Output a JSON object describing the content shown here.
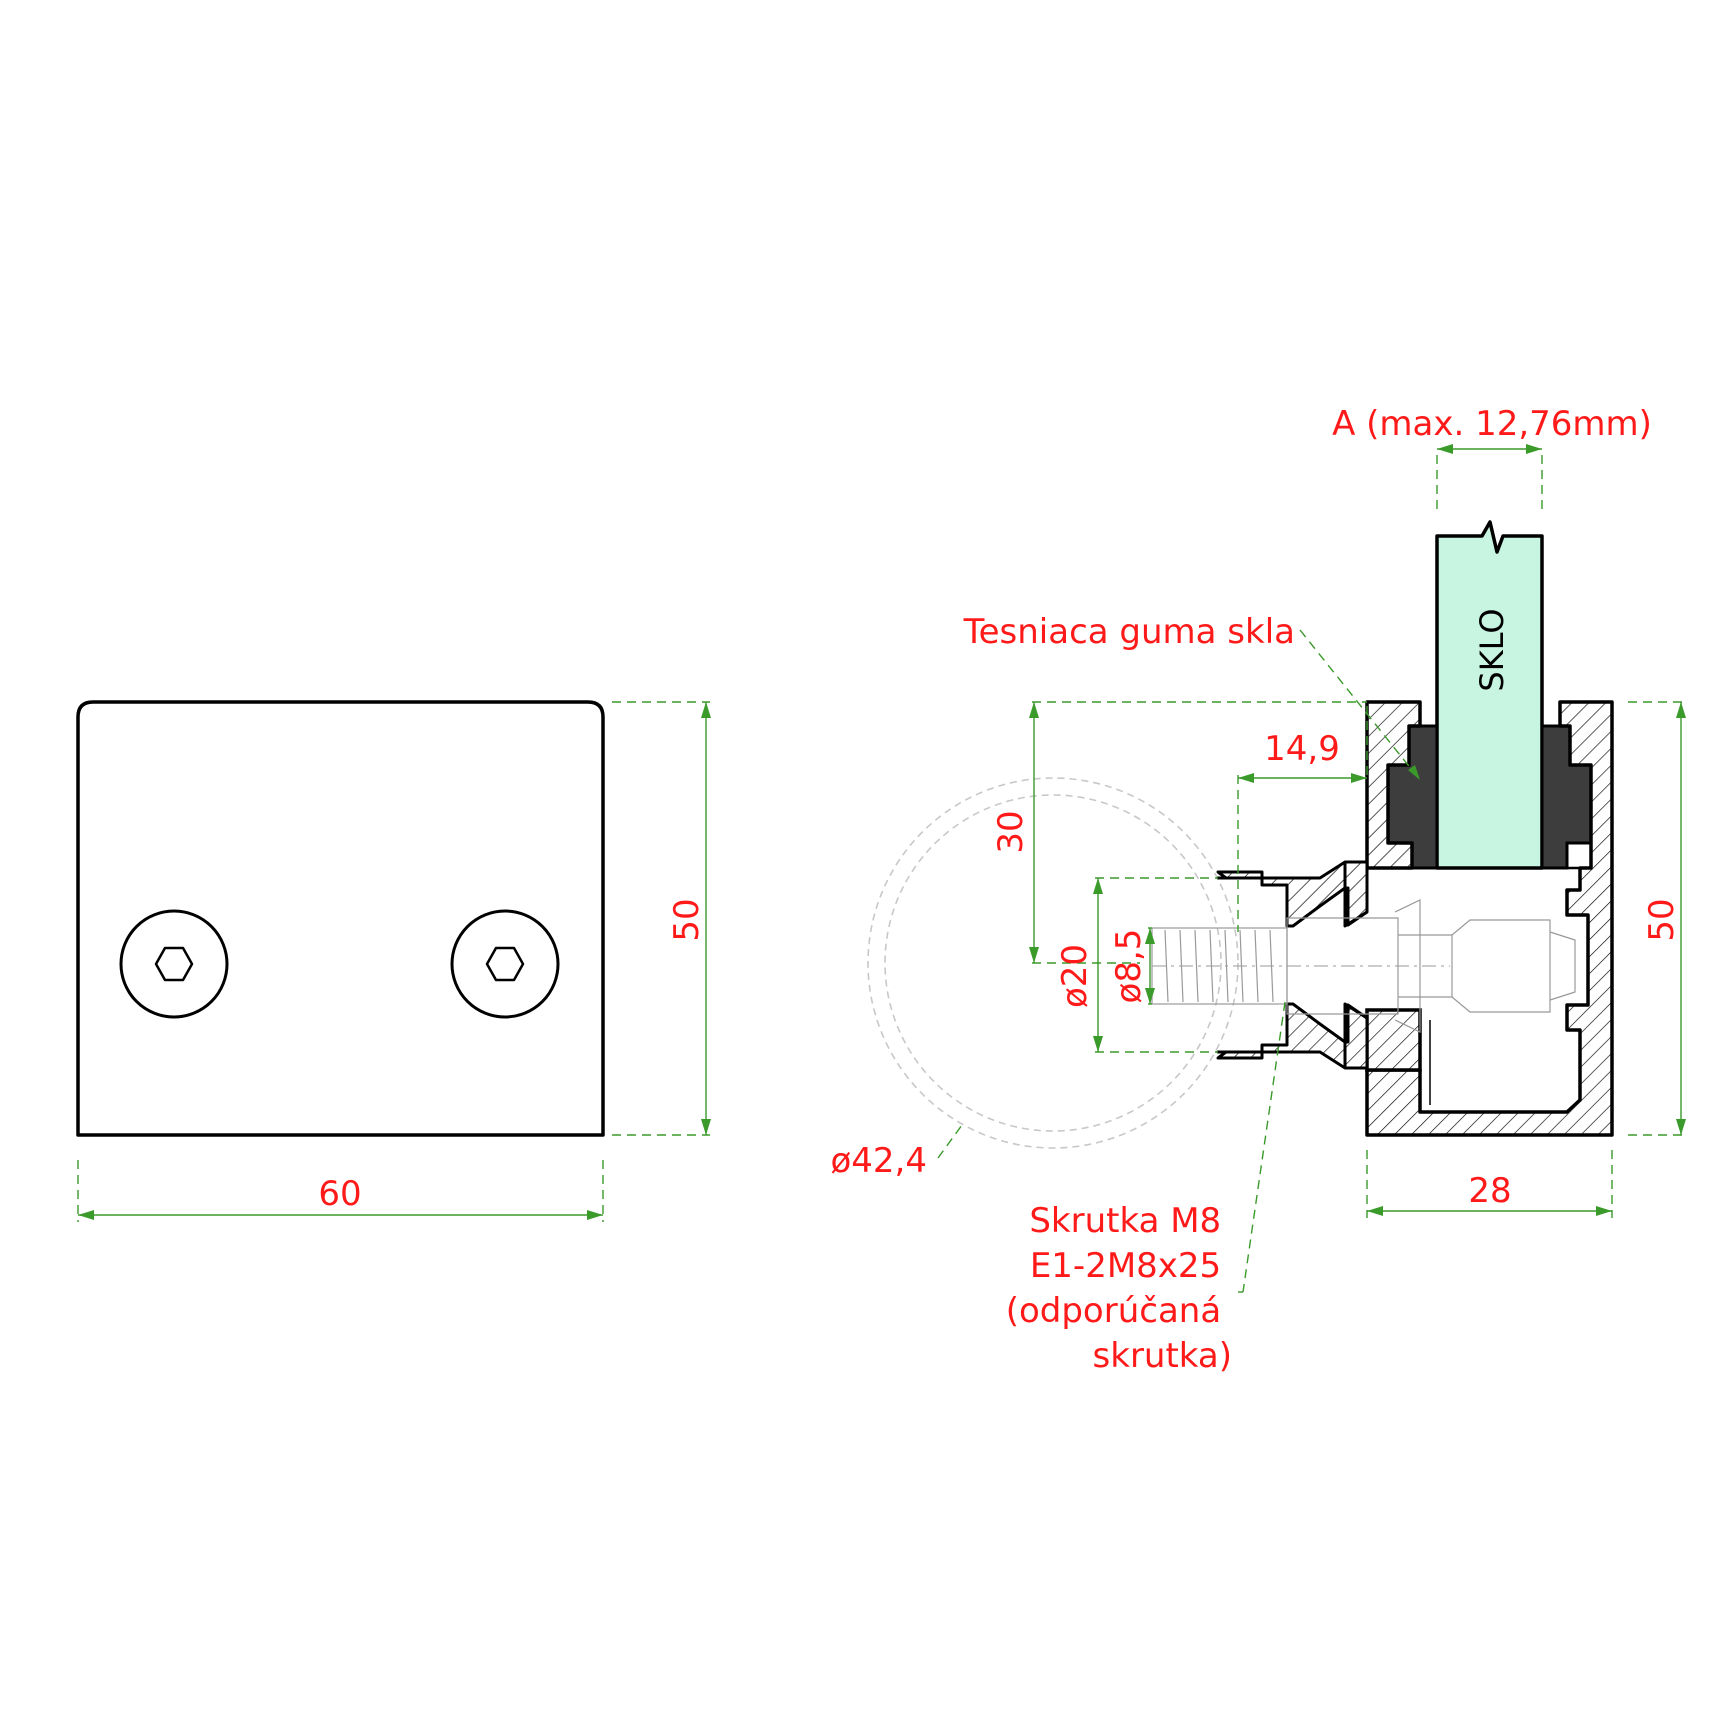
{
  "front_view": {
    "width_dim": "60",
    "height_dim": "50"
  },
  "section_view": {
    "glass_width_label": "A (max. 12,76mm)",
    "glass_label": "SKLO",
    "gasket_label": "Tesniaca guma skla",
    "dim_30": "30",
    "dim_14_9": "14,9",
    "dim_d20": "ø20",
    "dim_d8_5": "ø8,5",
    "dim_d42_4": "ø42,4",
    "dim_height": "50",
    "dim_width": "28",
    "screw_note": [
      "Skrutka M8",
      "E1-2M8x25",
      "(odporúčaná",
      "skrutka)"
    ]
  },
  "colors": {
    "dimension_text": "#ff1a1a",
    "dimension_line": "#3a9a2a",
    "glass_fill": "#c8f5e1",
    "gasket_fill": "#3d3d3d"
  }
}
